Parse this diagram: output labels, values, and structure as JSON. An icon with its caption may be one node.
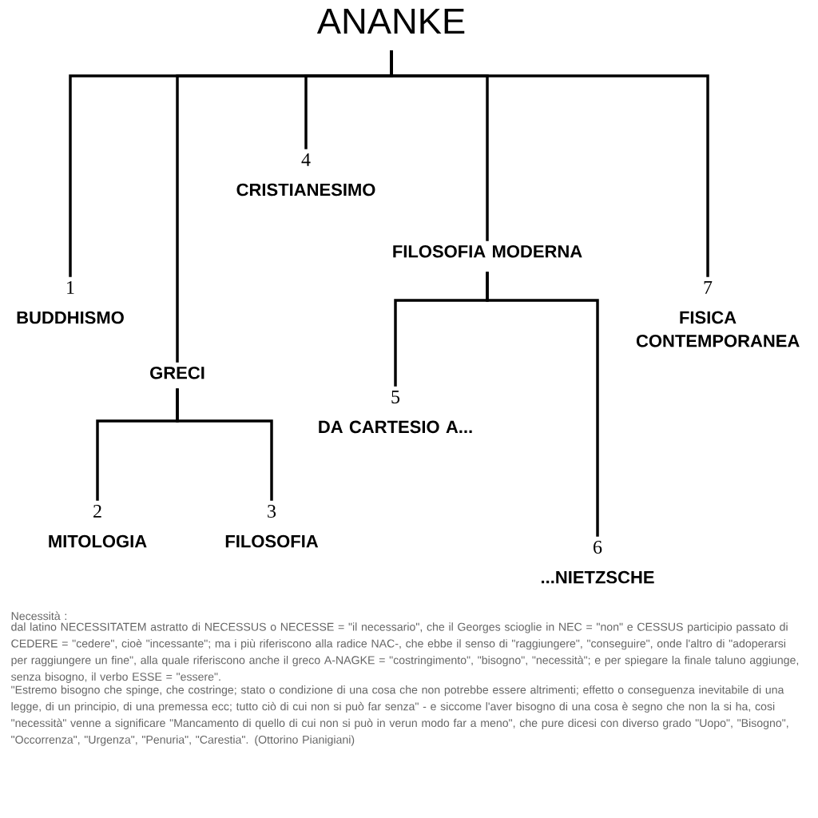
{
  "diagram": {
    "nodes": [
      {
        "text": [
          "ANANKE"
        ]
      },
      {
        "text": [
          "1",
          "BUDDHISMO"
        ]
      },
      {
        "text": [
          "GRECI"
        ]
      },
      {
        "text": [
          "2",
          "MITOLOGIA"
        ]
      },
      {
        "text": [
          "3",
          "FILOSOFIA"
        ]
      },
      {
        "text": [
          "4",
          "CRISTIANESIMO"
        ]
      },
      {
        "text": [
          "FILOSOFIA MODERNA"
        ]
      },
      {
        "text": [
          "5",
          "DA CARTESIO A..."
        ]
      },
      {
        "text": [
          "6",
          "...NIETZSCHE"
        ]
      },
      {
        "text": [
          "7",
          "FISICA CONTEMPORANEA"
        ]
      }
    ],
    "edges": [
      {
        "from": 0,
        "to": 1,
        "arrow": "none"
      },
      {
        "from": 0,
        "to": 2,
        "arrow": "none"
      },
      {
        "from": 0,
        "to": 5,
        "arrow": "none"
      },
      {
        "from": 0,
        "to": 6,
        "arrow": "none"
      },
      {
        "from": 0,
        "to": 9,
        "arrow": "none"
      },
      {
        "from": 2,
        "to": 3,
        "arrow": "none"
      },
      {
        "from": 2,
        "to": 4,
        "arrow": "none"
      },
      {
        "from": 6,
        "to": 7,
        "arrow": "none"
      },
      {
        "from": 6,
        "to": 8,
        "arrow": "none"
      }
    ],
    "labels": [
      "Necessità :",
      "dal latino NECESSITATEM astratto di NECESSUS o NECESSE = \"il necessario\", che il Georges scioglie in NEC = \"non\" e CESSUS participio passato di CEDERE = \"cedere\", cioè \"incessante\"; ma i più riferiscono alla radice NAC-, che ebbe il senso di \"raggiungere\", \"conseguire\", onde l'altro di \"adoperarsi per raggiungere un fine\", alla quale riferiscono anche il greco A-NAGKE = \"costringimento\", \"bisogno\", \"necessità\"; e per spiegare la finale taluno aggiunge, senza bisogno, il verbo ESSE = \"essere\".",
      "\"Estremo bisogno che spinge, che costringe; stato o condizione di una cosa che non potrebbe essere altrimenti; effetto o conseguenza inevitabile di una legge, di un principio, di una premessa ecc; tutto ciò di cui non si può far senza\" - e siccome l'aver bisogno di una cosa è segno che non la si ha, cosi \"necessità\" venne a significare \"Mancamento di quello di cui non si può in verun modo far a meno\", che pure dicesi con diverso grado \"Uopo\", \"Bisogno\", \"Occorrenza\", \"Urgenza\", \"Penuria\", \"Carestia\". (Ottorino Pianigiani)"
    ]
  }
}
